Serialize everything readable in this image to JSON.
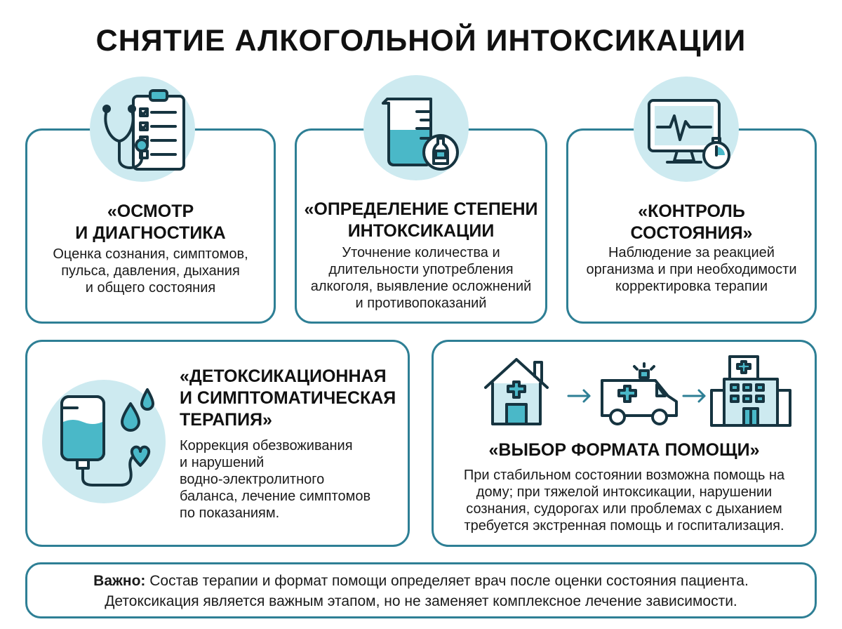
{
  "title": "СНЯТИЕ АЛКОГОЛЬНОЙ ИНТОКСИКАЦИИ",
  "colors": {
    "accent": "#2e7f95",
    "light": "#cdeaf0",
    "fill": "#4ab8c8",
    "dark": "#163440"
  },
  "steps": [
    {
      "title_line1": "«ОСМОТР",
      "title_line2": "И ДИАГНОСТИКА",
      "text_lines": [
        "Оценка сознания, симптомов,",
        "пульса, давления, дыхания",
        "и общего состояния"
      ],
      "icon": "stethoscope-clipboard-icon"
    },
    {
      "title_line1": "«ОПРЕДЕЛЕНИЕ СТЕПЕНИ",
      "title_line2": "ИНТОКСИКАЦИИ",
      "text_lines": [
        "Уточнение количества и",
        "длительности употребления",
        "алкоголя, выявление осложнений",
        "и противопоказаний"
      ],
      "icon": "beaker-bottle-icon"
    },
    {
      "title_line1": "«КОНТРОЛЬ",
      "title_line2": "СОСТОЯНИЯ»",
      "text_lines": [
        "Наблюдение за реакцией",
        "организма и при необходимости",
        "корректировка терапии"
      ],
      "icon": "monitor-stopwatch-icon"
    },
    {
      "title_lines": [
        "«ДЕТОКСИКАЦИОННАЯ",
        "И СИМПТОМАТИЧЕСКАЯ",
        "ТЕРАПИЯ»"
      ],
      "text_lines": [
        "Коррекция обезвоживания",
        "и нарушений",
        "водно-электролитного",
        "баланса, лечение симптомов",
        "по показаниям."
      ],
      "icon": "iv-drip-icon"
    },
    {
      "title": "«ВЫБОР ФОРМАТА ПОМОЩИ»",
      "text_lines": [
        "При стабильном состоянии возможна помощь на",
        "дому; при тяжелой интоксикации, нарушении",
        "сознания, судорогах или проблемах с дыханием",
        "требуется экстренная помощь и госпитализация."
      ],
      "icons": [
        "house-icon",
        "ambulance-icon",
        "hospital-icon"
      ]
    }
  ],
  "note": {
    "bold": "Важно:",
    "line1": " Состав терапии и формат помощи определяет врач после оценки состояния пациента.",
    "line2": "Детоксикация является важным этапом, но не заменяет комплексное лечение зависимости."
  }
}
